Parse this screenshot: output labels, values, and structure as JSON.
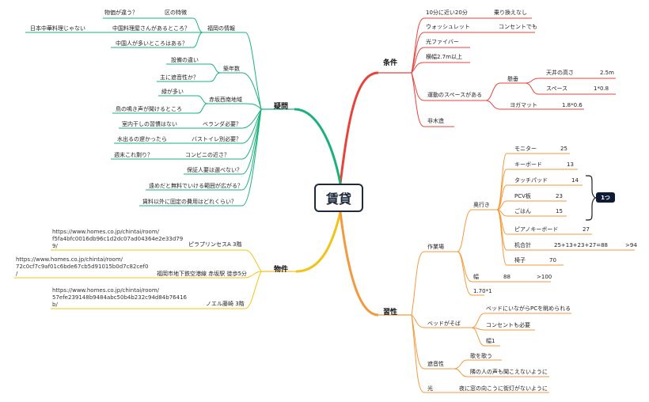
{
  "root": "賃貸",
  "colors": {
    "red": "#e8433a",
    "green": "#1ab27a",
    "yellow": "#f0c419",
    "orange": "#f29a3e",
    "badge": "#0f1b33"
  },
  "joken": {
    "title": "条件",
    "items": {
      "a": "10分に近い20分",
      "a1": "乗り換えなし",
      "b": "ウォッシュレット",
      "b1": "コンセントでも",
      "c": "光ファイバー",
      "d": "横幅2.7m以上",
      "e": "運動のスペースがある",
      "e1": "懸垂",
      "e1a": "天井の高さ",
      "e1a_v": "2.5m",
      "e1b": "スペース",
      "e1b_v": "1*0.8",
      "e2": "ヨガマット",
      "e2_v": "1.8*0.6",
      "f": "非木造"
    }
  },
  "gimon": {
    "title": "疑問",
    "items": {
      "fukuoka": "福岡の情報",
      "ku": "区の特徴",
      "bukka": "物価が違う？",
      "chuka": "中国料理屋さんがあるところ？",
      "nihon": "日本中華料理じゃない",
      "chugokujin": "中国人が多いところはある？",
      "chikunen": "築年数",
      "setsubi": "設備の違い",
      "shaon": "主に遮音性か？",
      "akasaka": "赤坂西南地域",
      "midori": "緑が多い",
      "tori": "鳥の鳴き声が聞けるところ",
      "veranda": "ベランダ必要？",
      "heya": "室内干しの習慣はない",
      "toilet": "バストイレ別必要？",
      "mizu": "水出るの遅かったら",
      "konbini": "コンビニの近さ？",
      "shumatsu": "週末これ剩り？",
      "hosho": "保証人要は選べない？",
      "toomi": "遠めだと無料でいける範囲が広がる？",
      "yachin": "賃料以外に固定の費用はどれくらい？"
    }
  },
  "bukken": {
    "title": "物件",
    "items": [
      {
        "url": "https://www.homes.co.jp/chintai/room/\nf5fa4bfc0016db96c1d2dc07ad04364e2e33d79\n9/",
        "name": "ピラプリンセスA 3階"
      },
      {
        "url": "https://www.homes.co.jp/chintai/room/\n72c0cf7c9af01c6bde67cb5d91015b0d7c82cef0\n/",
        "name": "福岡市地下鉄空港線 赤坂駅 徒歩5分"
      },
      {
        "url": "https://www.homes.co.jp/chintai/room/\n57efe239148b9484abc50b4b232c94d84b76416\nb/",
        "name": "ノエル藤崎 3階"
      }
    ]
  },
  "shukan": {
    "title": "習性",
    "sagyoba": "作業場",
    "okuyuki": "奥行き",
    "desk": [
      {
        "label": "モニター",
        "value": "25"
      },
      {
        "label": "キーボード",
        "value": "13"
      },
      {
        "label": "タッチパッド",
        "value": "14"
      },
      {
        "label": "PCV板",
        "value": "23"
      },
      {
        "label": "ごはん",
        "value": "15"
      },
      {
        "label": "ピアノキーボード",
        "value": "27"
      },
      {
        "label": "机合計",
        "value": "25+13+23+27=88",
        "extra": ">94"
      },
      {
        "label": "椅子",
        "value": "70"
      }
    ],
    "badge": "1つ",
    "haba": "幅",
    "haba_v": "88",
    "haba_x": ">100",
    "size": "1.70*1",
    "bedside": "ベッドがそば",
    "bed1": "ベッドにいながらPCを眺められる",
    "bed2": "コンセントも必要",
    "bed3": "幅1",
    "shaon": "遮音性",
    "shaon1": "歌を歌う",
    "shaon2": "隣の人の声も聞こえないように",
    "hikari": "光",
    "hikari1": "夜に窓の向こうに街灯がないように"
  }
}
